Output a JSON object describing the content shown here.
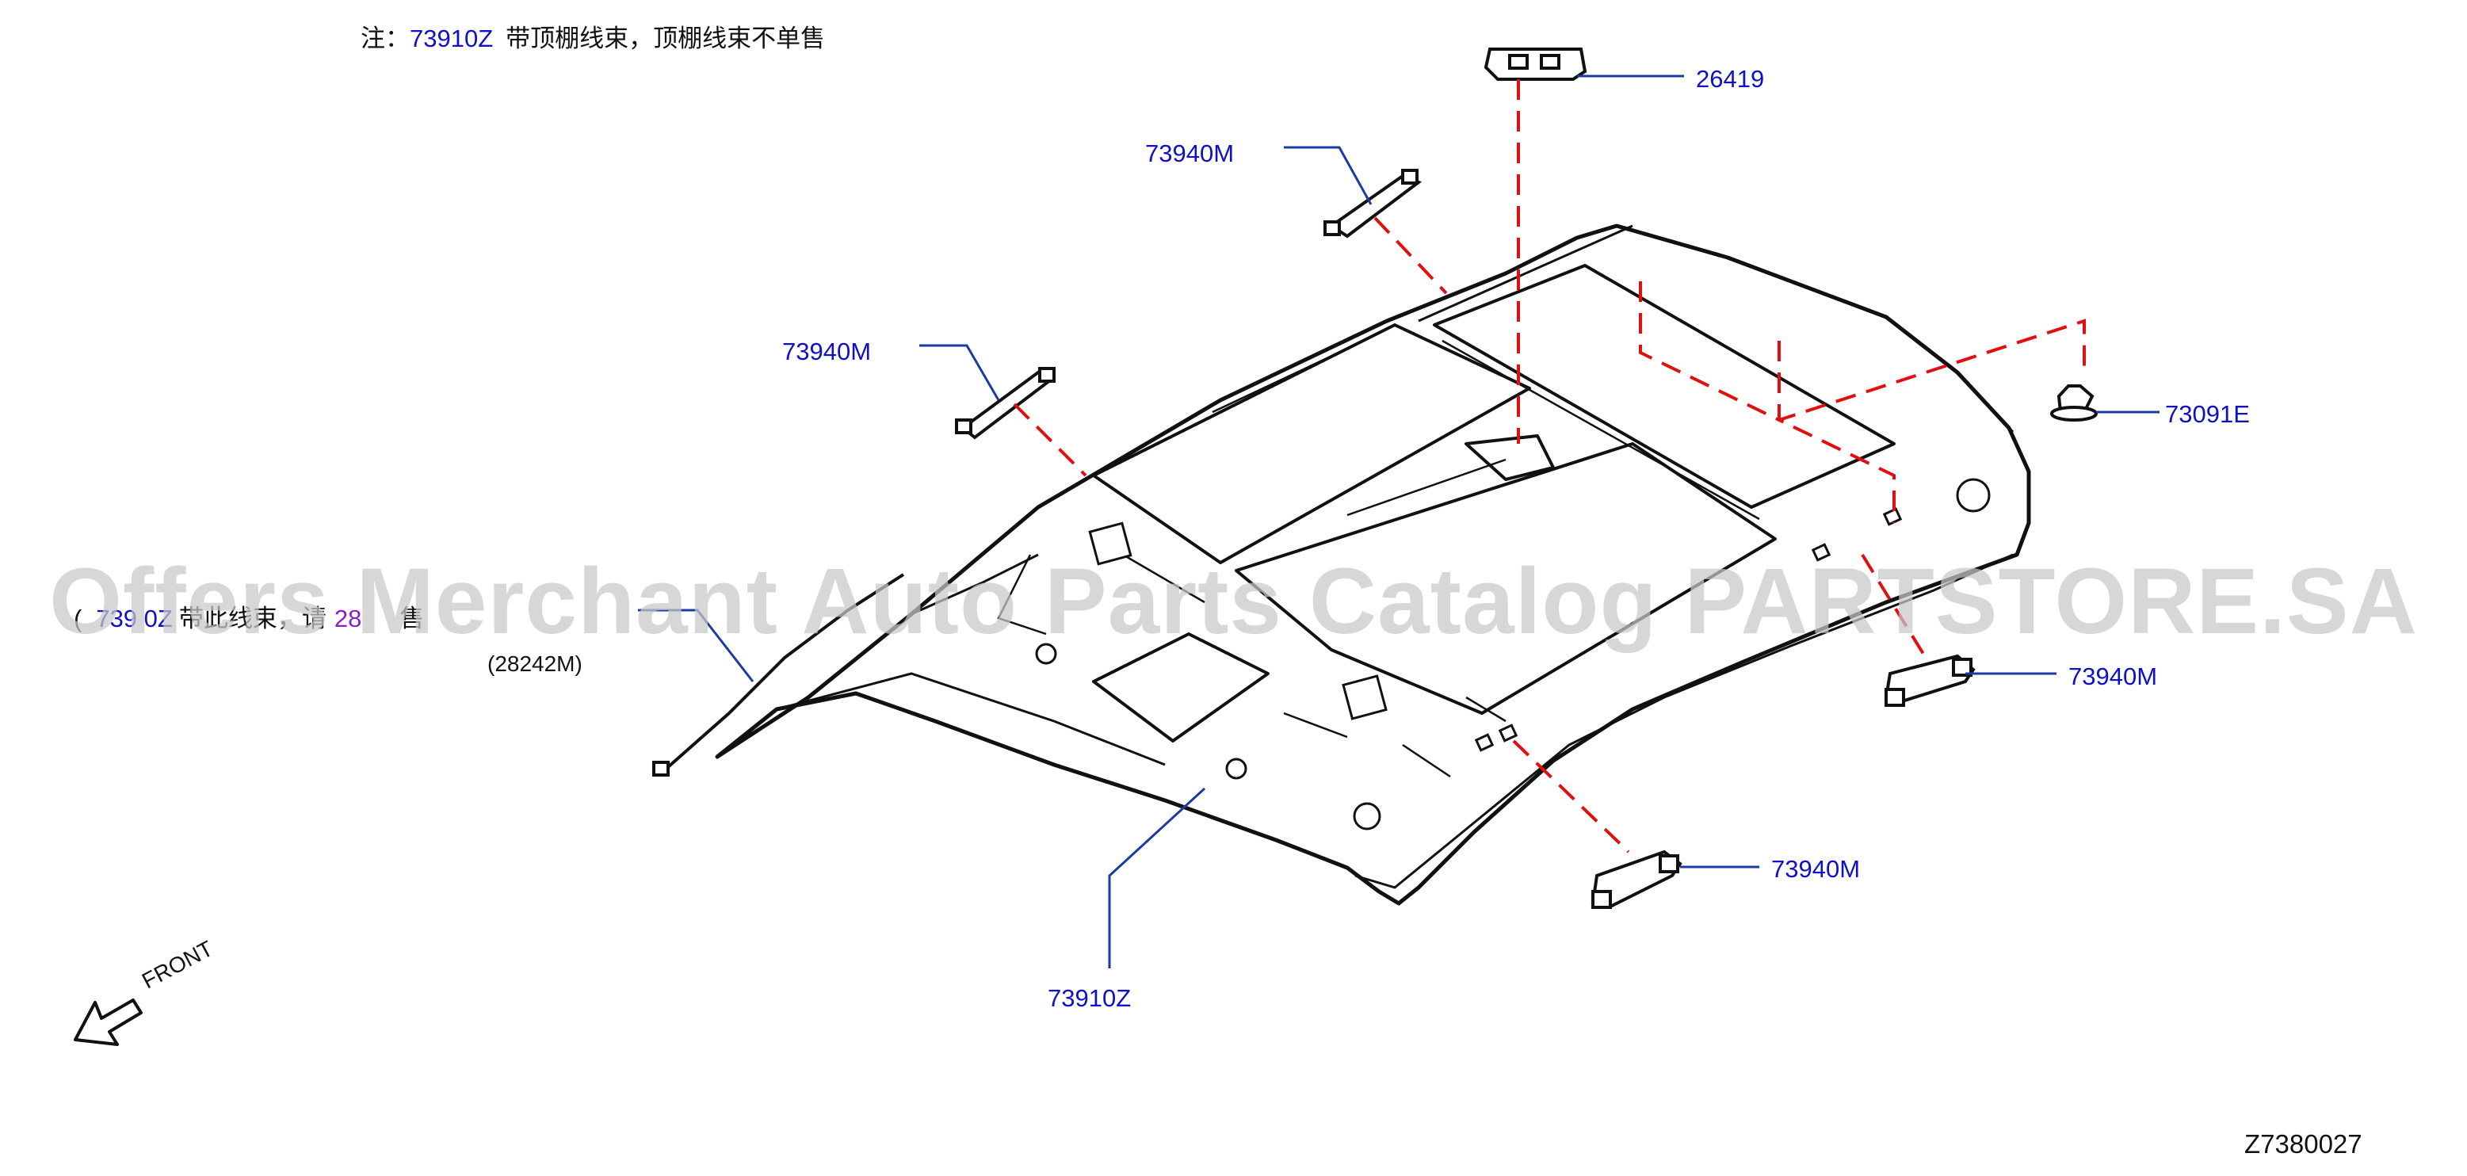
{
  "note": {
    "prefix": "注：",
    "part": "73910Z",
    "text": "带顶棚线束，顶棚线束不单售"
  },
  "side_note": {
    "open": "(",
    "part": "739 0Z",
    "text1": "带此线束，请",
    "part2": "28",
    "text2": "售",
    "sub": "(28242M)"
  },
  "labels": {
    "lamp": "26419",
    "grip_upper": "73940M",
    "grip_left": "73940M",
    "clip": "73091E",
    "grip_right": "73940M",
    "grip_lower": "73940M",
    "headliner": "73910Z"
  },
  "front_label": "FRONT",
  "diagram_code": "Z7380027",
  "watermark": "Offers Merchant Auto Parts Catalog PARTSTORE.SA",
  "colors": {
    "label": "#1010c8",
    "leader": "#1c3aa0",
    "dash": "#e01010",
    "line": "#111111"
  }
}
